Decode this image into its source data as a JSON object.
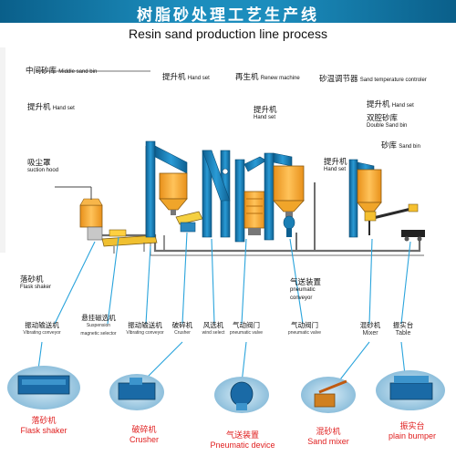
{
  "title": {
    "cn": "树脂砂处理工艺生产线",
    "en": "Resin sand production line process"
  },
  "top_labels": {
    "middle_sand_bin": {
      "cn": "中间砂库",
      "en": "Middle sand bin"
    },
    "hand_set_1": {
      "cn": "提升机",
      "en": "Hand set"
    },
    "renew_machine": {
      "cn": "再生机",
      "en": "Renew machine"
    },
    "sand_temp_controller": {
      "cn": "砂温调节器",
      "en": "Sand temperature controler"
    },
    "hand_set_left": {
      "cn": "提升机",
      "en": "Hand set"
    },
    "hand_set_mid": {
      "cn": "提升机",
      "en": "Hand set"
    },
    "hand_set_right": {
      "cn": "提升机",
      "en": "Hand set"
    },
    "double_sand_bin": {
      "cn": "双腔砂库",
      "en": "Double Sand bin"
    },
    "sand_bin": {
      "cn": "砂库",
      "en": "Sand bin"
    },
    "hand_set_lower": {
      "cn": "提升机",
      "en": "Hand set"
    },
    "suction_hood": {
      "cn": "吸尘罩",
      "en": "suction hood"
    }
  },
  "mid_labels": {
    "flask_shaker": {
      "cn": "落砂机",
      "en": "Flask shaker"
    },
    "pneumatic_conveyor": {
      "cn": "气送装置",
      "en": "pneumatic conveyor"
    }
  },
  "bottom_row_labels": [
    {
      "cn": "振动输送机",
      "en": "Vibrating conveyor"
    },
    {
      "cn": "悬挂磁选机",
      "en": "Suspension magnetic selector"
    },
    {
      "cn": "振动输送机",
      "en": "Vibrating conveyor"
    },
    {
      "cn": "破碎机",
      "en": "Crusher"
    },
    {
      "cn": "风选机",
      "en": "wind select"
    },
    {
      "cn": "气动阀门",
      "en": "pneumatic valve"
    },
    {
      "cn": "气动阀门",
      "en": "pneumatic valve"
    },
    {
      "cn": "混砂机",
      "en": "Mixer"
    },
    {
      "cn": "振实台",
      "en": "Table"
    }
  ],
  "photo_labels": [
    {
      "cn": "落砂机",
      "en": "Flask shaker"
    },
    {
      "cn": "破碎机",
      "en": "Crusher"
    },
    {
      "cn": "气送装置",
      "en": "Pneumatic device"
    },
    {
      "cn": "混砂机",
      "en": "Sand mixer"
    },
    {
      "cn": "振实台",
      "en": "plain bumper"
    }
  ],
  "colors": {
    "banner": "#1c8dbd",
    "equipment_blue": "#1a7fb5",
    "bin_orange": "#f2a11f",
    "pipe_gray": "#666666",
    "link_line": "#2aa4dc",
    "photo_label_red": "#e02020"
  }
}
